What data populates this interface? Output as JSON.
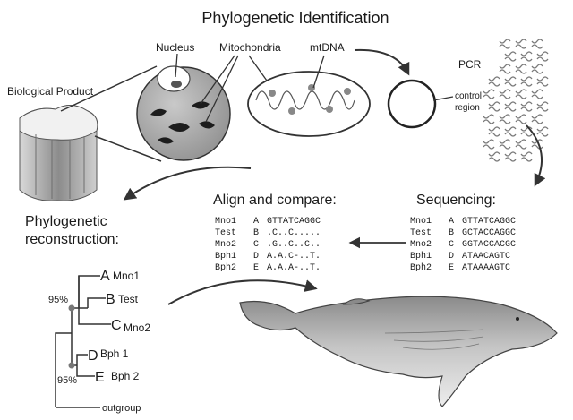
{
  "title": "Phylogenetic Identification",
  "labels": {
    "biological_product": "Biological Product",
    "nucleus": "Nucleus",
    "mitochondria": "Mitochondria",
    "mtdna": "mtDNA",
    "pcr": "PCR",
    "control_region_1": "control",
    "control_region_2": "region",
    "align_compare": "Align and compare:",
    "sequencing": "Sequencing:",
    "phylo_line1": "Phylogenetic",
    "phylo_line2": "reconstruction:"
  },
  "alignment": {
    "rows": [
      {
        "name": "Mno1",
        "letter": "A",
        "seq": "GTTATCAGGC"
      },
      {
        "name": "Test",
        "letter": "B",
        "seq": ".C..C....."
      },
      {
        "name": "Mno2",
        "letter": "C",
        "seq": ".G..C..C.."
      },
      {
        "name": "Bph1",
        "letter": "D",
        "seq": "A.A.C-..T."
      },
      {
        "name": "Bph2",
        "letter": "E",
        "seq": "A.A.A-..T."
      }
    ]
  },
  "sequencing": {
    "rows": [
      {
        "name": "Mno1",
        "letter": "A",
        "seq": "GTTATCAGGC"
      },
      {
        "name": "Test",
        "letter": "B",
        "seq": "GCTACCAGGC"
      },
      {
        "name": "Mno2",
        "letter": "C",
        "seq": "GGTACCACGC"
      },
      {
        "name": "Bph1",
        "letter": "D",
        "seq": "ATAACAGTC"
      },
      {
        "name": "Bph2",
        "letter": "E",
        "seq": "ATAAAAGTC"
      }
    ]
  },
  "tree": {
    "leaves": [
      {
        "letter": "A",
        "name": "Mno1"
      },
      {
        "letter": "B",
        "name": "Test"
      },
      {
        "letter": "C",
        "name": "Mno2"
      },
      {
        "letter": "D",
        "name": "Bph 1"
      },
      {
        "letter": "E",
        "name": "Bph 2"
      }
    ],
    "outgroup": "outgroup",
    "bootstrap_upper": "95%",
    "bootstrap_lower": "95%"
  }
}
